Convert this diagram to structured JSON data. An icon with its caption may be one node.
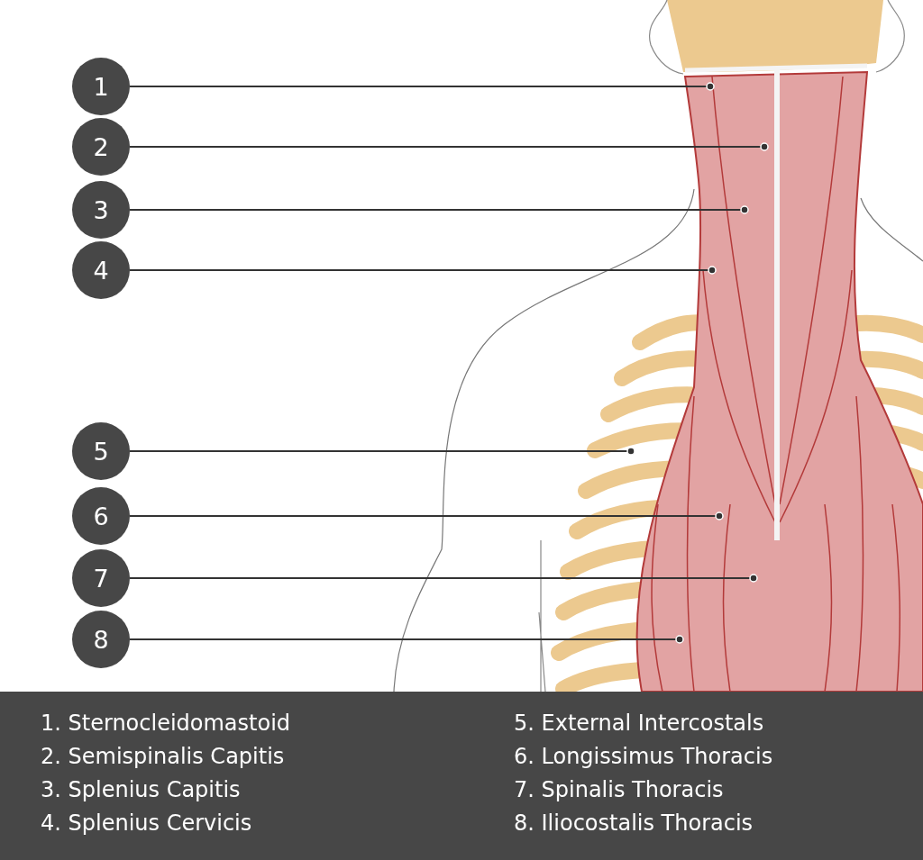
{
  "diagram": {
    "nodes": [
      {
        "text": [
          "1"
        ]
      },
      {
        "text": [
          "2"
        ]
      },
      {
        "text": [
          "3"
        ]
      },
      {
        "text": [
          "4"
        ]
      },
      {
        "text": [
          "5"
        ]
      },
      {
        "text": [
          "6"
        ]
      },
      {
        "text": [
          "7"
        ]
      },
      {
        "text": [
          "8"
        ]
      }
    ],
    "edges": [
      {
        "from": 0,
        "to": null,
        "arrow": "other"
      },
      {
        "from": 1,
        "to": null,
        "arrow": "other"
      },
      {
        "from": 2,
        "to": null,
        "arrow": "other"
      },
      {
        "from": 3,
        "to": null,
        "arrow": "other"
      },
      {
        "from": 4,
        "to": null,
        "arrow": "other"
      },
      {
        "from": 5,
        "to": null,
        "arrow": "other"
      },
      {
        "from": 6,
        "to": null,
        "arrow": "other"
      },
      {
        "from": 7,
        "to": null,
        "arrow": "other"
      }
    ],
    "labels": [
      "1. Sternocleidomastoid",
      "2. Semispinalis Capitis",
      "3. Splenius Capitis",
      "4. Splenius Cervicis",
      "5. External Intercostals",
      "6. Longissimus Thoracis",
      "7. Spinalis Thoracis",
      "8. Iliocostalis Thoracis"
    ]
  }
}
